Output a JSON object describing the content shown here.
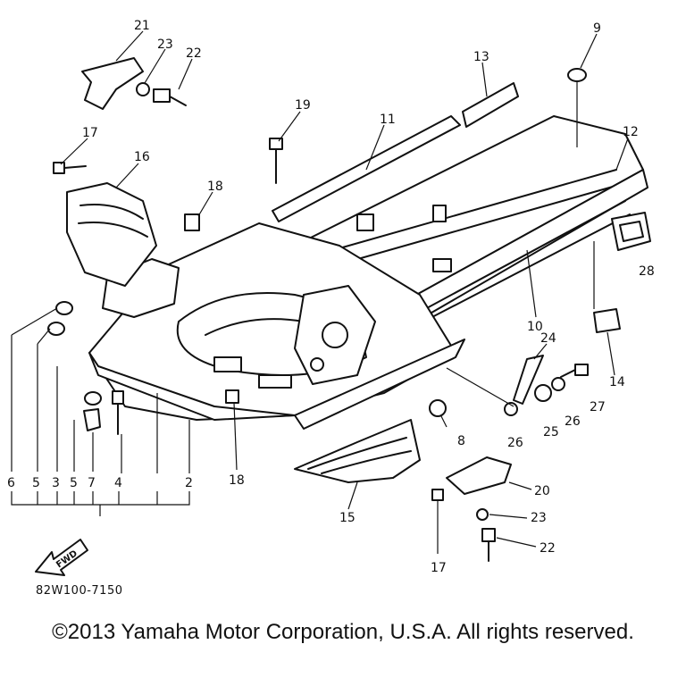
{
  "diagram": {
    "part_numbers": [
      "21",
      "23",
      "22",
      "9",
      "13",
      "19",
      "11",
      "12",
      "17",
      "16",
      "18",
      "28",
      "10",
      "24",
      "14",
      "27",
      "8",
      "26",
      "25",
      "26",
      "6",
      "5",
      "3",
      "5",
      "7",
      "4",
      "2",
      "18",
      "20",
      "15",
      "23",
      "22",
      "17"
    ],
    "fwd_label": "FWD",
    "reference_code": "82W100-7150",
    "copyright": "©2013 Yamaha Motor Corporation, U.S.A. All rights reserved."
  }
}
